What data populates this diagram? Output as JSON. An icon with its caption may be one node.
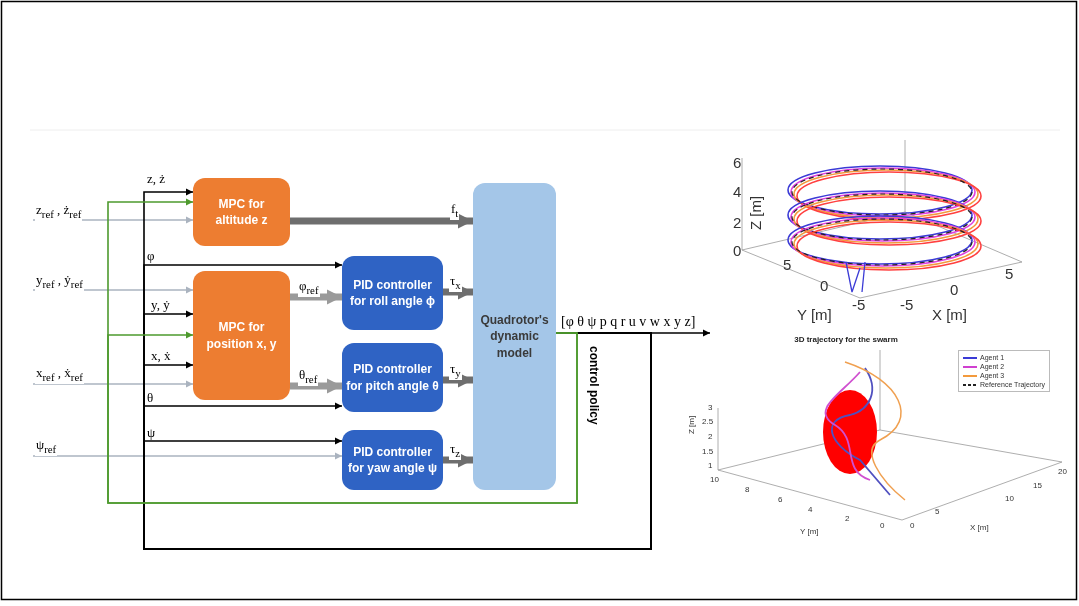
{
  "diagram": {
    "nodes": [
      {
        "text": [
          "MPC for altitude z"
        ]
      },
      {
        "text": [
          "MPC for position x, y"
        ]
      },
      {
        "text": [
          "PID controller for roll angle ϕ"
        ]
      },
      {
        "text": [
          "PID controller for pitch angle θ"
        ]
      },
      {
        "text": [
          "PID controller for yaw angle ψ"
        ]
      },
      {
        "text": [
          "Quadrotor's dynamic model"
        ]
      }
    ],
    "edges": [
      {
        "from": null,
        "to": 0,
        "arrow": "to",
        "label": "z$_{ref}$ , ż$_{ref}$",
        "color": "#aab3bf"
      },
      {
        "from": null,
        "to": 1,
        "arrow": "to",
        "label": "y$_{ref}$ , ẏ$_{ref}$",
        "color": "#aab3bf"
      },
      {
        "from": null,
        "to": 1,
        "arrow": "to",
        "label": "x$_{ref}$ , ẋ$_{ref}$",
        "color": "#aab3bf"
      },
      {
        "from": null,
        "to": 4,
        "arrow": "to",
        "label": "ψ$_{ref}$",
        "color": "#aab3bf"
      },
      {
        "from": 0,
        "to": 5,
        "arrow": "to",
        "label": "f$_{t}$",
        "style": "thick",
        "color": "#6e6e6e"
      },
      {
        "from": 1,
        "to": 2,
        "arrow": "to",
        "label": "φ$_{ref}$",
        "style": "thick",
        "color": "#9a9a9a"
      },
      {
        "from": 1,
        "to": 3,
        "arrow": "to",
        "label": "θ$_{ref}$",
        "style": "thick",
        "color": "#9a9a9a"
      },
      {
        "from": 2,
        "to": 5,
        "arrow": "to",
        "label": "τ$_{x}$",
        "style": "thick",
        "color": "#6e6e6e"
      },
      {
        "from": 3,
        "to": 5,
        "arrow": "to",
        "label": "τ$_{y}$",
        "style": "thick",
        "color": "#6e6e6e"
      },
      {
        "from": 4,
        "to": 5,
        "arrow": "to",
        "label": "τ$_{z}$",
        "style": "thick",
        "color": "#6e6e6e"
      },
      {
        "from": 5,
        "to": null,
        "arrow": "to",
        "label": "[φ θ ψ p q r u v w x y z]"
      },
      {
        "from": 5,
        "to": 0,
        "arrow": "to",
        "label": "z, ż"
      },
      {
        "from": 5,
        "to": 2,
        "arrow": "to",
        "label": "φ"
      },
      {
        "from": 5,
        "to": 1,
        "arrow": "to",
        "label": "y, ẏ"
      },
      {
        "from": 5,
        "to": 1,
        "arrow": "to",
        "label": "x, ẋ"
      },
      {
        "from": 5,
        "to": 3,
        "arrow": "to",
        "label": "θ"
      },
      {
        "from": 5,
        "to": 4,
        "arrow": "to",
        "label": "ψ"
      },
      {
        "from": 5,
        "to": 0,
        "arrow": "to",
        "label": "control policy",
        "color": "#4e9a2e"
      },
      {
        "from": 5,
        "to": 1,
        "arrow": "to",
        "color": "#4e9a2e"
      }
    ],
    "labels": [
      "6",
      "4",
      "2",
      "0",
      "Z [m]",
      "5",
      "0",
      "-5",
      "-5",
      "0",
      "5",
      "Y [m]",
      "X [m]",
      "3D trajectory for the swarm",
      "3",
      "2.5",
      "2",
      "1.5",
      "1",
      "Z [m]",
      "10",
      "8",
      "6",
      "4",
      "2",
      "0",
      "0",
      "5",
      "10",
      "15",
      "20",
      "Y [m]",
      "X [m]"
    ],
    "legend": [
      {
        "text": "Agent 1"
      },
      {
        "text": "Agent 2"
      },
      {
        "text": "Agent 3"
      },
      {
        "text": "Reference Trajectory"
      }
    ]
  }
}
